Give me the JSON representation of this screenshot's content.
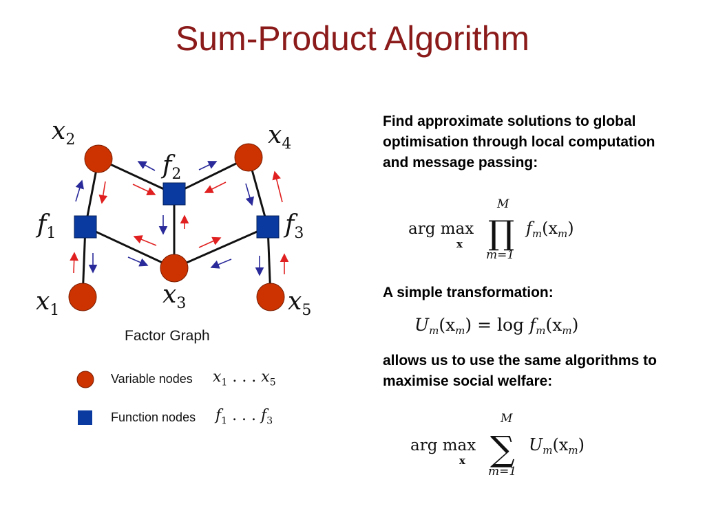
{
  "slide": {
    "title": "Sum-Product Algorithm"
  },
  "graph": {
    "caption": "Factor Graph",
    "variable_nodes": [
      {
        "id": "x1",
        "label": "x",
        "sub": "1"
      },
      {
        "id": "x2",
        "label": "x",
        "sub": "2"
      },
      {
        "id": "x3",
        "label": "x",
        "sub": "3"
      },
      {
        "id": "x4",
        "label": "x",
        "sub": "4"
      },
      {
        "id": "x5",
        "label": "x",
        "sub": "5"
      }
    ],
    "function_nodes": [
      {
        "id": "f1",
        "label": "f",
        "sub": "1"
      },
      {
        "id": "f2",
        "label": "f",
        "sub": "2"
      },
      {
        "id": "f3",
        "label": "f",
        "sub": "3"
      }
    ],
    "colors": {
      "variable": "#cc3300",
      "function": "#0a3aa0",
      "arrow_red": "#e02020",
      "arrow_blue": "#2a2a9a"
    }
  },
  "legend": {
    "variable_label": "Variable nodes",
    "variable_math_a": "x",
    "variable_math_a_sub": "1",
    "variable_math_dots": " . . . ",
    "variable_math_b": "x",
    "variable_math_b_sub": "5",
    "function_label": "Function nodes",
    "function_math_a": "f",
    "function_math_a_sub": "1",
    "function_math_dots": " . . . ",
    "function_math_b": "f",
    "function_math_b_sub": "3"
  },
  "text": {
    "para1": "Find approximate solutions to global optimisation through local computation and message passing:",
    "para2": "A simple transformation:",
    "para3": "allows us to use the same algorithms to maximise social welfare:"
  },
  "formulas": {
    "f1_op": "arg max",
    "f1_under": "x",
    "f1_big": "∏",
    "f1_upper": "M",
    "f1_lower": "m=1",
    "f1_term": "f",
    "f1_term_sub": "m",
    "f1_arg": "(x",
    "f1_arg_sub": "m",
    "f1_close": ")",
    "f2_lhs": "U",
    "f2_lhs_sub": "m",
    "f2_lhs_arg": "(x",
    "f2_lhs_arg_sub": "m",
    "f2_eq": ") = log",
    "f2_rhs": "f",
    "f2_rhs_sub": "m",
    "f2_rhs_arg": "(x",
    "f2_rhs_arg_sub": "m",
    "f2_close": ")",
    "f3_op": "arg max",
    "f3_under": "x",
    "f3_big": "∑",
    "f3_upper": "M",
    "f3_lower": "m=1",
    "f3_term": "U",
    "f3_term_sub": "m",
    "f3_arg": "(x",
    "f3_arg_sub": "m",
    "f3_close": ")"
  }
}
